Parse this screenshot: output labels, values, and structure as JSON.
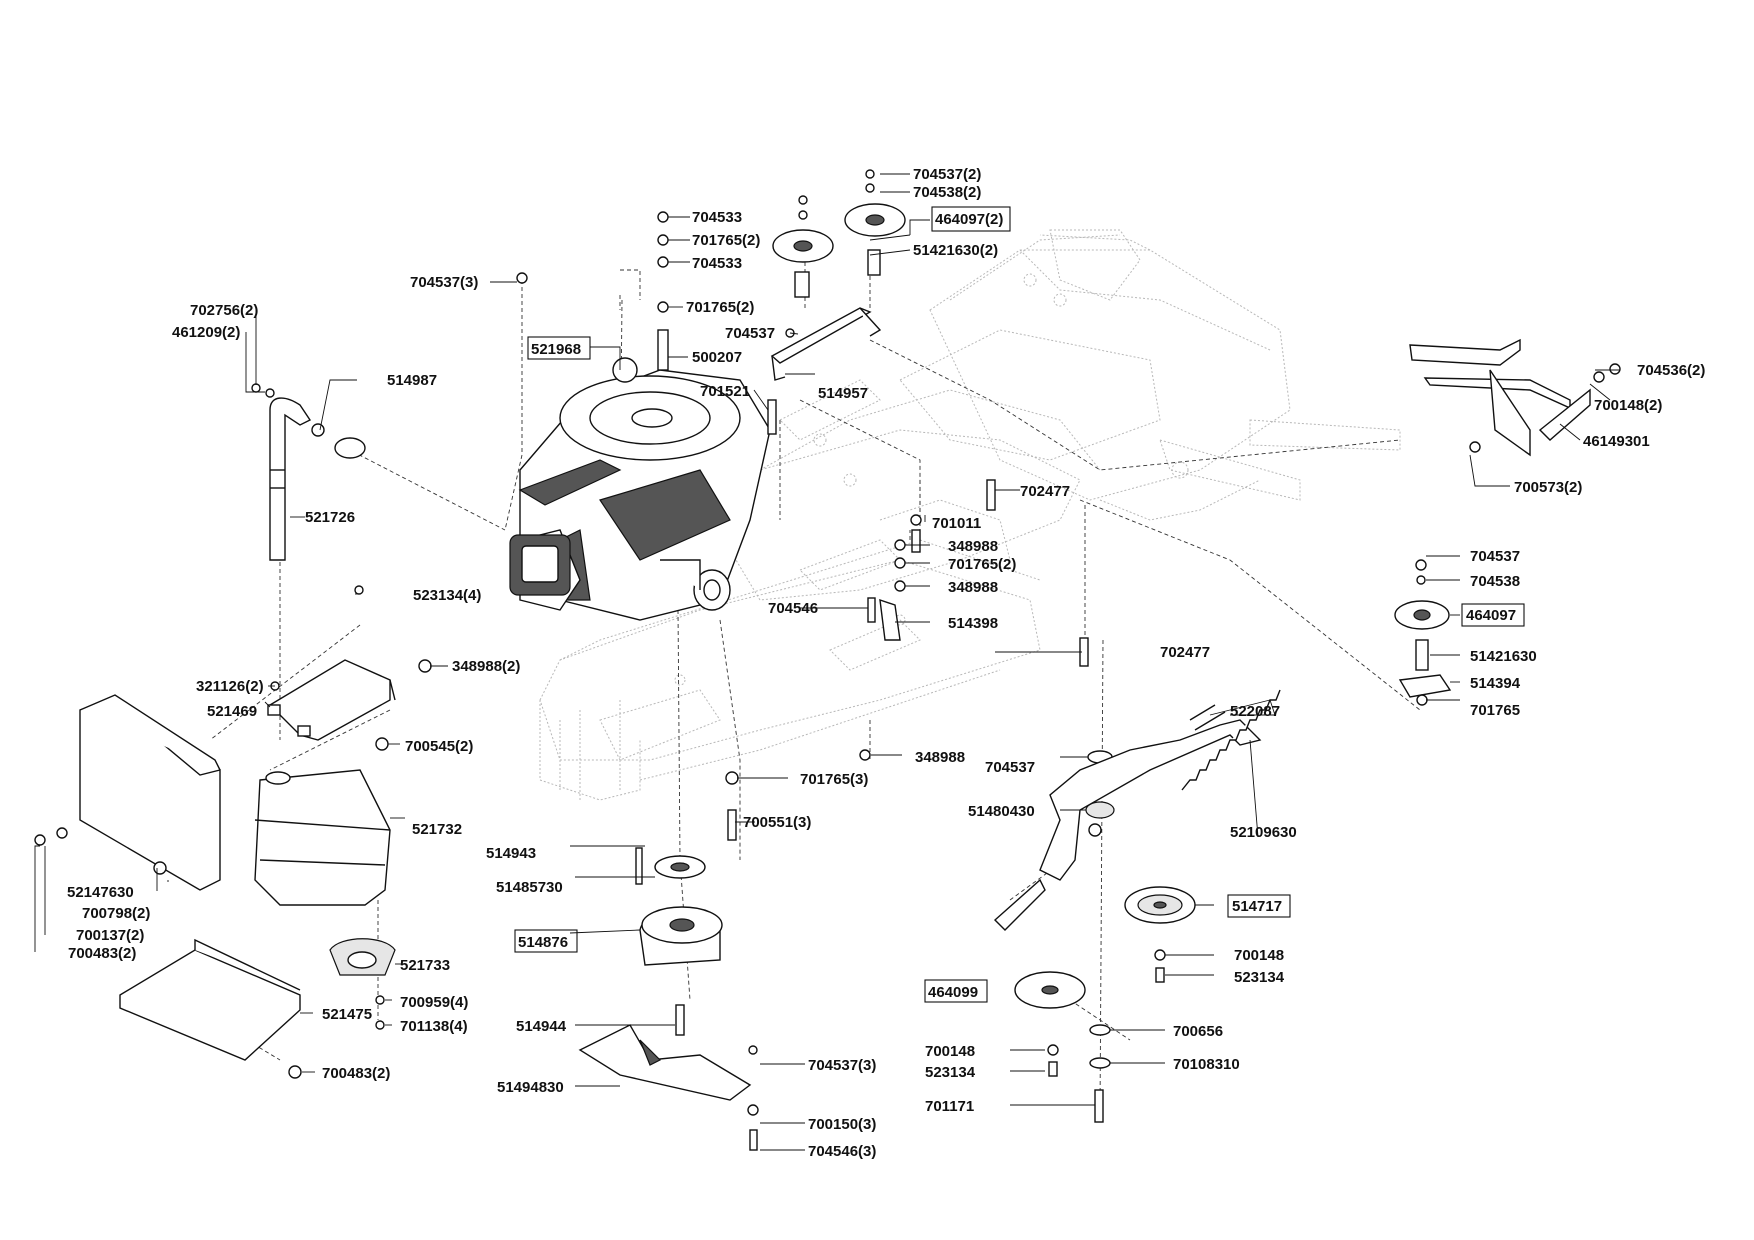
{
  "labels": {
    "p704537_2a": "704537(2)",
    "p704538_2a": "704538(2)",
    "p464097_2": "464097(2)",
    "p51421630_2": "51421630(2)",
    "p704533_a": "704533",
    "p701765_2a": "701765(2)",
    "p704533_b": "704533",
    "p701765_2b": "701765(2)",
    "p704537_3a": "704537(3)",
    "p702756_2": "702756(2)",
    "p461209_2": "461209(2)",
    "p514987": "514987",
    "p521968": "521968",
    "p704537": "704537",
    "p500207": "500207",
    "p514957": "514957",
    "p701521": "701521",
    "p704536_2": "704536(2)",
    "p700148_2": "700148(2)",
    "p46149301": "46149301",
    "p700573_2": "700573(2)",
    "p702477_a": "702477",
    "p701011": "701011",
    "p521726": "521726",
    "p348988_a": "348988",
    "p701765_2c": "701765(2)",
    "p348988_b": "348988",
    "p704546": "704546",
    "p514398": "514398",
    "p523134_4": "523134(4)",
    "p704537_b": "704537",
    "p704538": "704538",
    "p464097": "464097",
    "p51421630": "51421630",
    "p514394": "514394",
    "p701765": "701765",
    "p702477_b": "702477",
    "p348988_2": "348988(2)",
    "p321126_2": "321126(2)",
    "p521469": "521469",
    "p700545_2": "700545(2)",
    "p522087": "522087",
    "p348988_c": "348988",
    "p704537_c": "704537",
    "p701765_3": "701765(3)",
    "p700551_3": "700551(3)",
    "p51480430": "51480430",
    "p521732": "521732",
    "p52109630": "52109630",
    "p514943": "514943",
    "p52147630": "52147630",
    "p51485730": "51485730",
    "p700798_2": "700798(2)",
    "p514717": "514717",
    "p700137_2": "700137(2)",
    "p514876": "514876",
    "p700483_2a": "700483(2)",
    "p700148_a": "700148",
    "p521733": "521733",
    "p523134_a": "523134",
    "p464099": "464099",
    "p700959_4": "700959(4)",
    "p521475": "521475",
    "p701138_4": "701138(4)",
    "p514944": "514944",
    "p700656": "700656",
    "p700148_b": "700148",
    "p700483_2b": "700483(2)",
    "p704537_3b": "704537(3)",
    "p523134_b": "523134",
    "p70108310": "70108310",
    "p51494830": "51494830",
    "p701171": "701171",
    "p700150_3": "700150(3)",
    "p704546_3": "704546(3)"
  }
}
